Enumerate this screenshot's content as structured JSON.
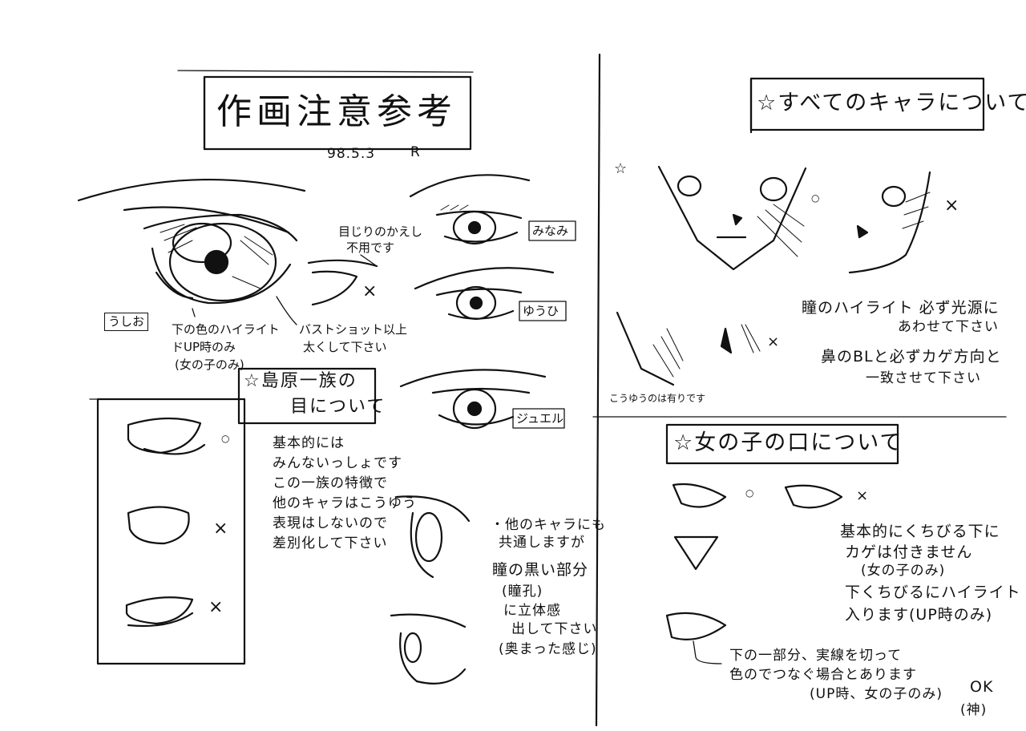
{
  "title": "作画注意参考",
  "date": "98.5.3",
  "author_mark": "R",
  "left_top": {
    "eye_labels": [
      "うしお",
      "みなみ",
      "ゆうひ",
      "ジュエル"
    ],
    "note_highlight": [
      "下の色のハイライト",
      "ドUP時のみ",
      "(女の子のみ)"
    ],
    "note_bust": [
      "バストショット以上",
      "太くして下さい"
    ],
    "note_eyelid": [
      "目じりのかえし",
      "不用です"
    ]
  },
  "shimabara": {
    "heading_lines": [
      "☆島原一族の",
      "目について"
    ],
    "body": [
      "基本的には",
      "みんないっしょです",
      "この一族の特徴で",
      "他のキャラはこうゆう",
      "表現はしないので",
      "差別化して下さい"
    ]
  },
  "pupil_note": [
    "・他のキャラにも",
    "共通しますが",
    "瞳の黒い部分",
    "(瞳孔)",
    "に立体感",
    "出して下さい",
    "(奥まった感じ)"
  ],
  "all_chars": {
    "heading": "☆すべてのキャラについて",
    "note1": [
      "瞳のハイライト 必ず光源に",
      "あわせて下さい"
    ],
    "note2": [
      "鼻のBLと必ずカゲ方向と",
      "一致させて下さい"
    ],
    "note_side": "こうゆうのは有りです"
  },
  "girls_mouth": {
    "heading": "☆女の子の口について",
    "note1": [
      "基本的にくちびる下に",
      "カゲは付きません",
      "(女の子のみ)"
    ],
    "note2": [
      "下くちびるにハイライト",
      "入ります(UP時のみ)"
    ],
    "note3": [
      "下の一部分、実線を切って",
      "色のでつなぐ場合とあります",
      "(UP時、女の子のみ)"
    ]
  },
  "marks": {
    "ok": "○",
    "ng": "×",
    "signoff": [
      "OK",
      "(神)"
    ]
  }
}
